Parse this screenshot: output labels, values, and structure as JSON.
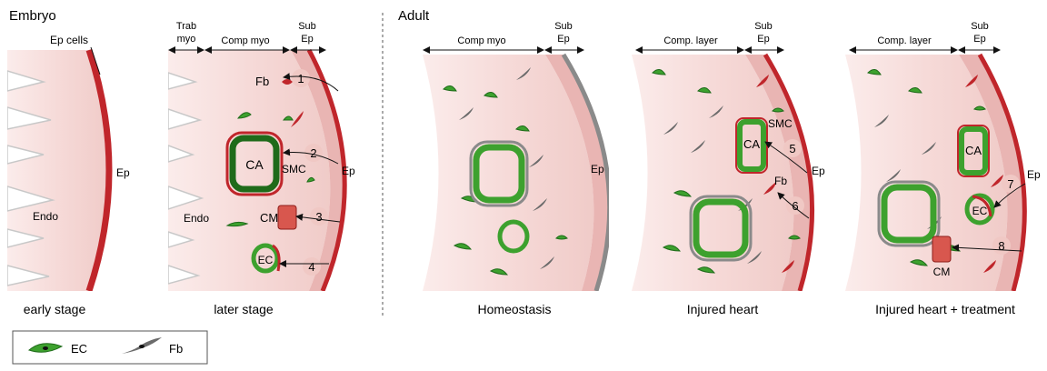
{
  "sections": {
    "embryo": "Embryo",
    "adult": "Adult"
  },
  "panels": [
    {
      "caption": "early stage",
      "labels": {
        "ep_cells": "Ep cells",
        "ep": "Ep",
        "endo": "Endo"
      }
    },
    {
      "caption": "later stage",
      "headers": {
        "trab": "Trab\nmyo",
        "comp": "Comp myo",
        "sub": "Sub\nEp"
      },
      "labels": {
        "fb": "Fb",
        "ca": "CA",
        "smc": "SMC",
        "cm": "CM",
        "ec": "EC",
        "endo": "Endo",
        "ep": "Ep"
      },
      "steps": [
        "1",
        "2",
        "3",
        "4"
      ]
    },
    {
      "caption": "Homeostasis",
      "headers": {
        "comp": "Comp myo",
        "sub": "Sub\nEp"
      },
      "labels": {
        "ep": "Ep"
      }
    },
    {
      "caption": "Injured heart",
      "headers": {
        "comp": "Comp. layer",
        "sub": "Sub\nEp"
      },
      "labels": {
        "smc": "SMC",
        "ca": "CA",
        "fb": "Fb",
        "ep": "Ep"
      },
      "steps": [
        "5",
        "6"
      ]
    },
    {
      "caption": "Injured heart + treatment",
      "headers": {
        "comp": "Comp. layer",
        "sub": "Sub\nEp"
      },
      "labels": {
        "ca": "CA",
        "ec": "EC",
        "cm": "CM",
        "ep": "Ep"
      },
      "steps": [
        "7",
        "8"
      ]
    }
  ],
  "legend": {
    "ec": "EC",
    "fb": "Fb"
  },
  "colors": {
    "tissue": "#f6dad8",
    "tissue_edge": "#fbeceb",
    "subep": "#e4a6a6",
    "epicardium": "#c0262b",
    "ec_green": "#3da12e",
    "ec_dark": "#1f6b1a",
    "fb_gray": "#6b6b6b",
    "smc_red": "#c0262b",
    "cm_red": "#d8574e",
    "badge": "#f0c8c4",
    "endo": "#d0d0d0"
  }
}
